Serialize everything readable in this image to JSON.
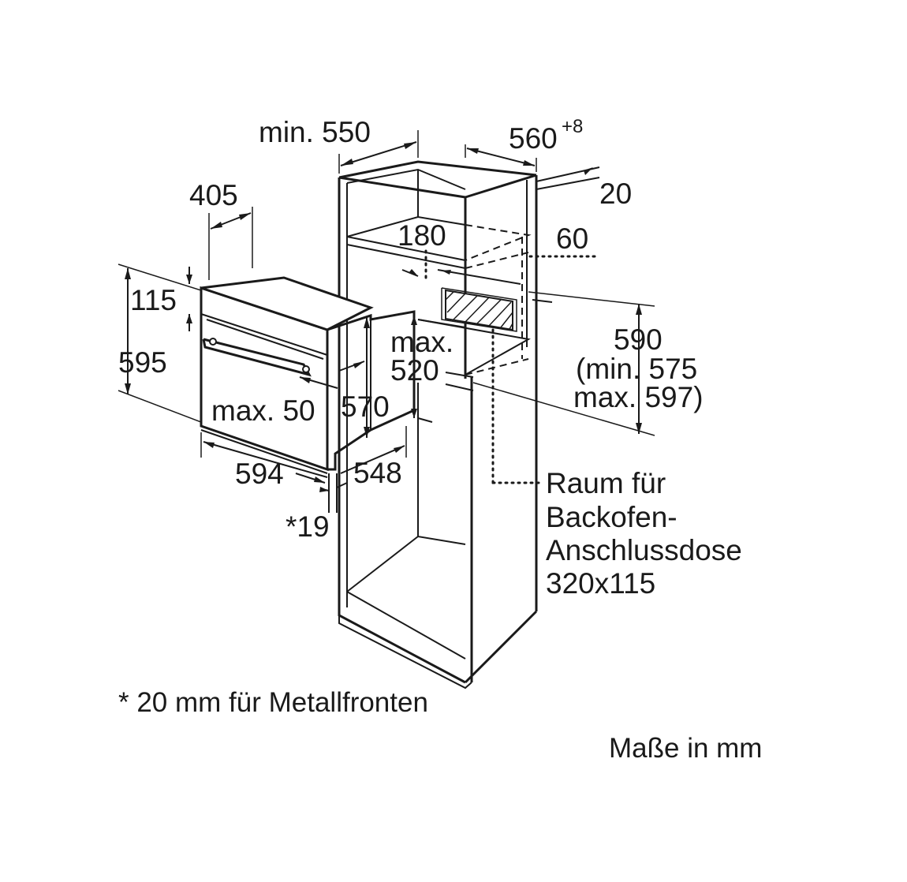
{
  "dimensions": {
    "min_550": "min. 550",
    "w560": "560",
    "w560_tol": "+8",
    "d20": "20",
    "d405": "405",
    "d180": "180",
    "d60": "60",
    "d115": "115",
    "d595": "595",
    "max_label": "max.",
    "d520": "520",
    "d590": "590",
    "d590_min": "(min. 575",
    "d590_max": "max. 597)",
    "max_50": "max. 50",
    "d570": "570",
    "d594": "594",
    "d548": "548",
    "d19": "*19"
  },
  "socket_note": {
    "line1": "Raum für",
    "line2": "Backofen-",
    "line3": "Anschlussdose",
    "line4": "320x115"
  },
  "footnote": "* 20 mm für Metallfronten",
  "units_note": "Maße in mm"
}
